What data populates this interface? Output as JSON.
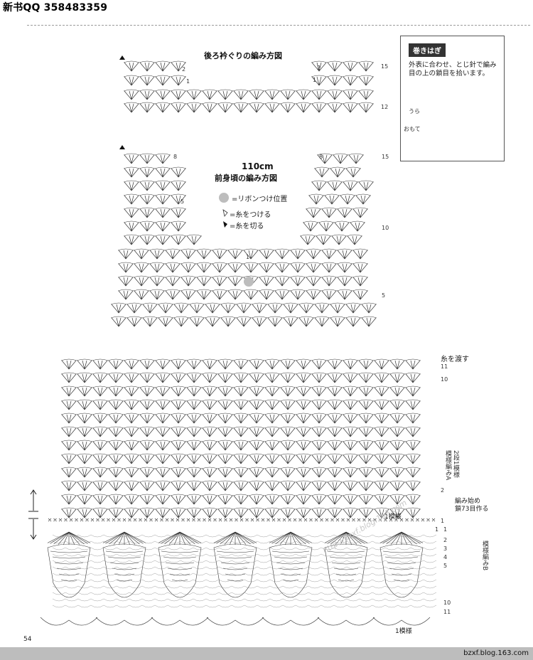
{
  "header": {
    "title": "新书QQ 358483359"
  },
  "back_chart": {
    "title": "後ろ衿ぐりの編み方図",
    "row_top": "15",
    "row_bottom": "12",
    "left_mark": "2",
    "left_mark2": "1",
    "right_mark": "2",
    "right_mark2": "1"
  },
  "side_box": {
    "tag": "巻きはぎ",
    "description": "外表に合わせ、とじ針で編み目の上の鎖目を拾います。",
    "label_ura": "うら",
    "label_omote": "おもて"
  },
  "front_chart": {
    "size": "110cm",
    "title": "前身頃の編み方図",
    "legend_ribbon": "=リボンつけ位置",
    "legend_attach": "=糸をつける",
    "legend_cut": "=糸を切る",
    "left_neck_num": "8",
    "left_neck_num2": "5",
    "right_neck_num": "8",
    "row15": "15",
    "row10": "10",
    "row5": "5",
    "row1_center": "1",
    "transfer": "糸を渡す",
    "row11": "11",
    "row10b": "10",
    "row2": "2",
    "row1": "1",
    "patternA": "模様編みA",
    "patternA_rows": "2段1模様",
    "start_line1": "編み始め",
    "start_line2": "鎖73目作る",
    "repeat_top": "1模様",
    "patternB": "模様編みB",
    "repeat_bottom": "1模様",
    "b_row1": "1",
    "b_row2": "2",
    "b_row3": "3",
    "b_row4": "4",
    "b_row5": "5",
    "b_row10": "10",
    "b_row11": "11",
    "b_row_a": "1"
  },
  "footer": {
    "page_number": "54",
    "url": "bzxf.blog.163.com",
    "watermark": "http://bzxf.blog.163.com"
  },
  "colors": {
    "ink": "#333333",
    "ribbon_dot": "#bdbdbd",
    "bar": "#bdbdbd"
  }
}
